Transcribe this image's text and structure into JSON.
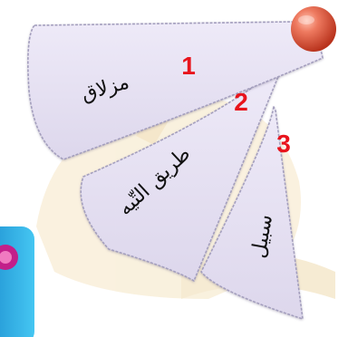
{
  "fan_menu": {
    "options": [
      {
        "number": "1",
        "label": "مزلاق"
      },
      {
        "number": "2",
        "label": "طريق التّيه"
      },
      {
        "number": "3",
        "label": "سبيل"
      }
    ]
  },
  "colors": {
    "number": "#e8141c",
    "card_fill": "#e6e1f2",
    "card_stroke": "#a49fbe",
    "knob": "#e0634a",
    "background_watermark": "#f2e1b8",
    "side_badge": "#2fb4e6"
  },
  "icons": {
    "pivot": "red-sphere-icon",
    "side_badge": "blue-badge-icon"
  }
}
